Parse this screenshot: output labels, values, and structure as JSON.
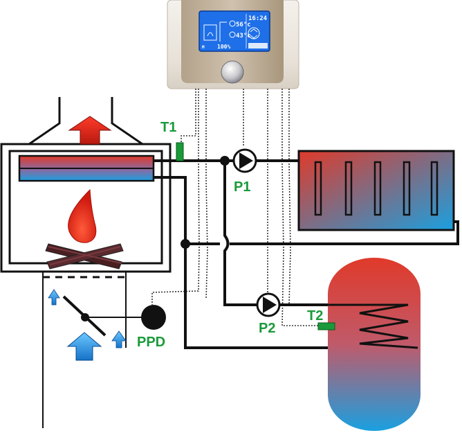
{
  "controller": {
    "temp_1": "56°c",
    "temp_2": "43°c",
    "clock": "16:24",
    "percent": "100%",
    "mode": "M"
  },
  "labels": {
    "t1": "T1",
    "t2": "T2",
    "p1": "P1",
    "p2": "P2",
    "ppd": "PPD"
  },
  "colors": {
    "label_green": "#1a9a3a",
    "hot_red": "#e03a2a",
    "cold_blue": "#1aa0e0",
    "pipe": "#111111",
    "controller_body": "#c8b8a2",
    "lcd_screen": "#1e6fe8"
  }
}
